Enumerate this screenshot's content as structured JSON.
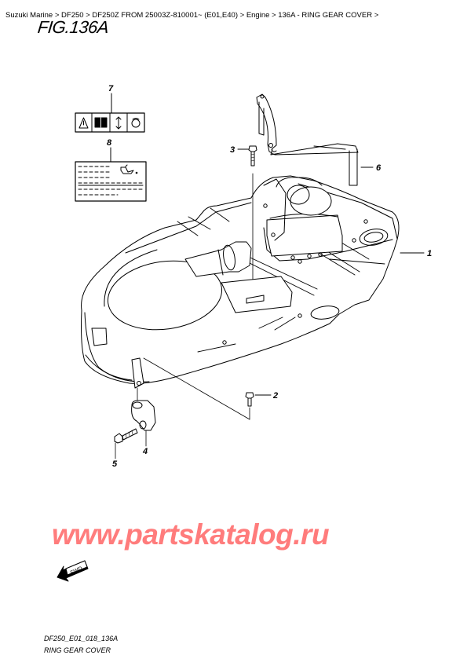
{
  "breadcrumb": {
    "items": [
      {
        "label": "Suzuki Marine"
      },
      {
        "label": "DF250"
      },
      {
        "label": "DF250Z FROM 25003Z-810001~ (E01,E40)"
      },
      {
        "label": "Engine"
      },
      {
        "label": "136A - RING GEAR COVER"
      }
    ],
    "separator": " > "
  },
  "figure": {
    "title": "FIG.136A",
    "drawing_code": "DF250_E01_018_136A",
    "drawing_name": "RING GEAR COVER"
  },
  "callouts": [
    {
      "number": "1",
      "part": "ring-gear-cover"
    },
    {
      "number": "2",
      "part": "bolt"
    },
    {
      "number": "3",
      "part": "bolt"
    },
    {
      "number": "4",
      "part": "bracket"
    },
    {
      "number": "5",
      "part": "bolt"
    },
    {
      "number": "6",
      "part": "hose-guide-bracket"
    },
    {
      "number": "7",
      "part": "warning-label"
    },
    {
      "number": "8",
      "part": "oil-caution-label"
    }
  ],
  "fwd_indicator": {
    "label": "FWD"
  },
  "watermark": {
    "text": "www.partskatalog.ru",
    "color": "#ff7c7c"
  }
}
